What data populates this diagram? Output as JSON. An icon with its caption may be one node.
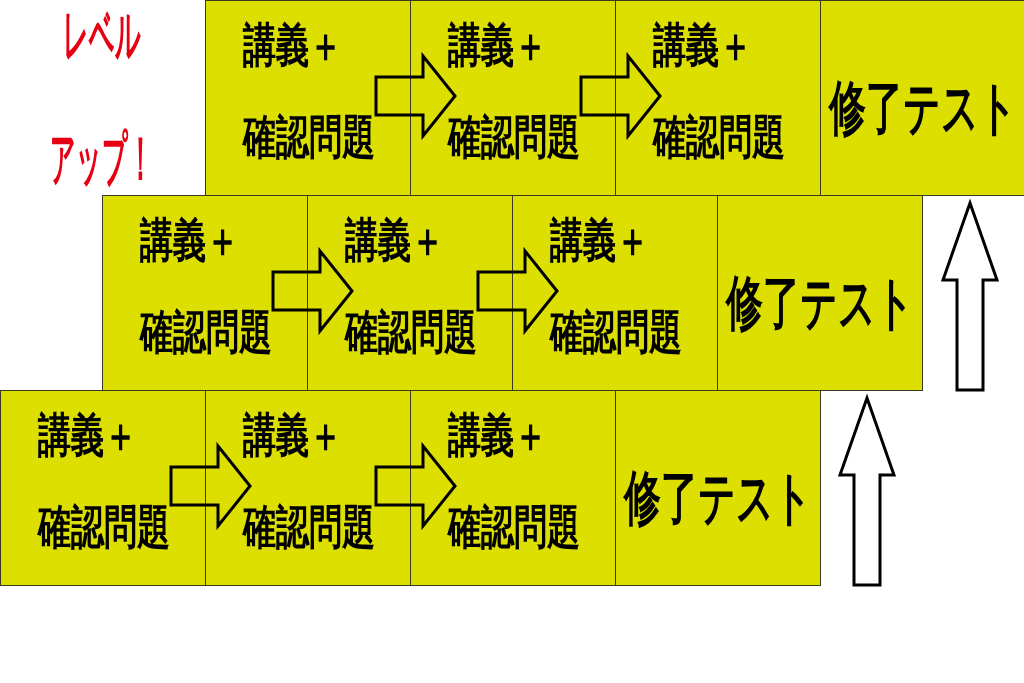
{
  "diagram": {
    "nodes": [
      {
        "text": [
          "講義＋",
          "確認問題"
        ]
      },
      {
        "text": [
          "講義＋",
          "確認問題"
        ]
      },
      {
        "text": [
          "講義＋",
          "確認問題"
        ]
      },
      {
        "text": [
          "修了テスト"
        ]
      },
      {
        "text": [
          "講義＋",
          "確認問題"
        ]
      },
      {
        "text": [
          "講義＋",
          "確認問題"
        ]
      },
      {
        "text": [
          "講義＋",
          "確認問題"
        ]
      },
      {
        "text": [
          "修了テスト"
        ]
      },
      {
        "text": [
          "講義＋",
          "確認問題"
        ]
      },
      {
        "text": [
          "講義＋",
          "確認問題"
        ]
      },
      {
        "text": [
          "講義＋",
          "確認問題"
        ]
      },
      {
        "text": [
          "修了テスト"
        ]
      }
    ],
    "edges": [
      {
        "from": 0,
        "to": 1,
        "arrow": "to"
      },
      {
        "from": 1,
        "to": 2,
        "arrow": "to"
      },
      {
        "from": 4,
        "to": 5,
        "arrow": "to"
      },
      {
        "from": 5,
        "to": 6,
        "arrow": "to"
      },
      {
        "from": 8,
        "to": 9,
        "arrow": "to"
      },
      {
        "from": 9,
        "to": 10,
        "arrow": "to"
      },
      {
        "from": null,
        "to": 7,
        "arrow": "to"
      },
      {
        "from": null,
        "to": 3,
        "arrow": "to"
      }
    ],
    "labels": [
      "レベル",
      "アップ！"
    ]
  }
}
